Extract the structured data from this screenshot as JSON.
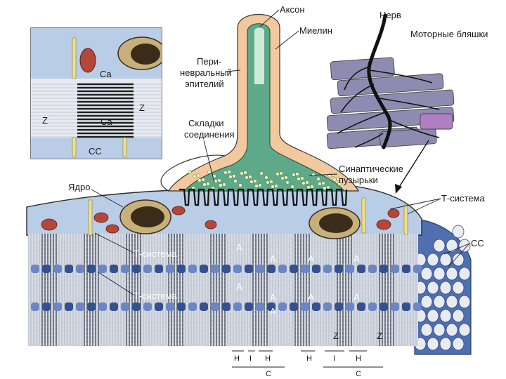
{
  "labels": {
    "axon": "Аксон",
    "myelin": "Миелин",
    "perineural_line1": "Пери-",
    "perineural_line2": "невральный",
    "perineural_line3": "эпителий",
    "folds_line1": "Складки",
    "folds_line2": "соединения",
    "vesicles_line1": "Синаптические",
    "vesicles_line2": "пузырьки",
    "nucleus": "Ядро",
    "t_system_right": "Т-система",
    "t_system_1": "Т-система",
    "t_system_2": "Т-система",
    "cc_right": "СС",
    "nerve": "Нерв",
    "motor_plaques": "Моторные бляшки"
  },
  "inset": {
    "ca_top": "Ca",
    "ca_mid": "Ca",
    "z_left": "Z",
    "z_right": "Z",
    "cc": "CC"
  },
  "band_letters": {
    "a1": "A",
    "a2": "A",
    "a3": "A",
    "a4": "A",
    "a5": "A",
    "a6": "A",
    "a7": "A",
    "a8": "A",
    "a9": "A",
    "z1": "Z",
    "z2": "Z"
  },
  "scale_labels": {
    "h1": "H",
    "i1": "I",
    "h2": "H",
    "c1": "C",
    "h3": "H",
    "i2": "I",
    "h4": "H",
    "c2": "C"
  },
  "colors": {
    "cytoplasm": "#b9cde6",
    "myofibril": "#d7dce6",
    "tubule_dark": "#33508f",
    "tubule_light": "#6d86c3",
    "axoplasm": "#5ea98a",
    "myelin": "#f2c89e",
    "mitochondria": "#b5473a",
    "nucleus": "#3b2c1a",
    "nucleus_halo": "#c8b07a",
    "muscle_fiber": "#8f8bb0"
  }
}
